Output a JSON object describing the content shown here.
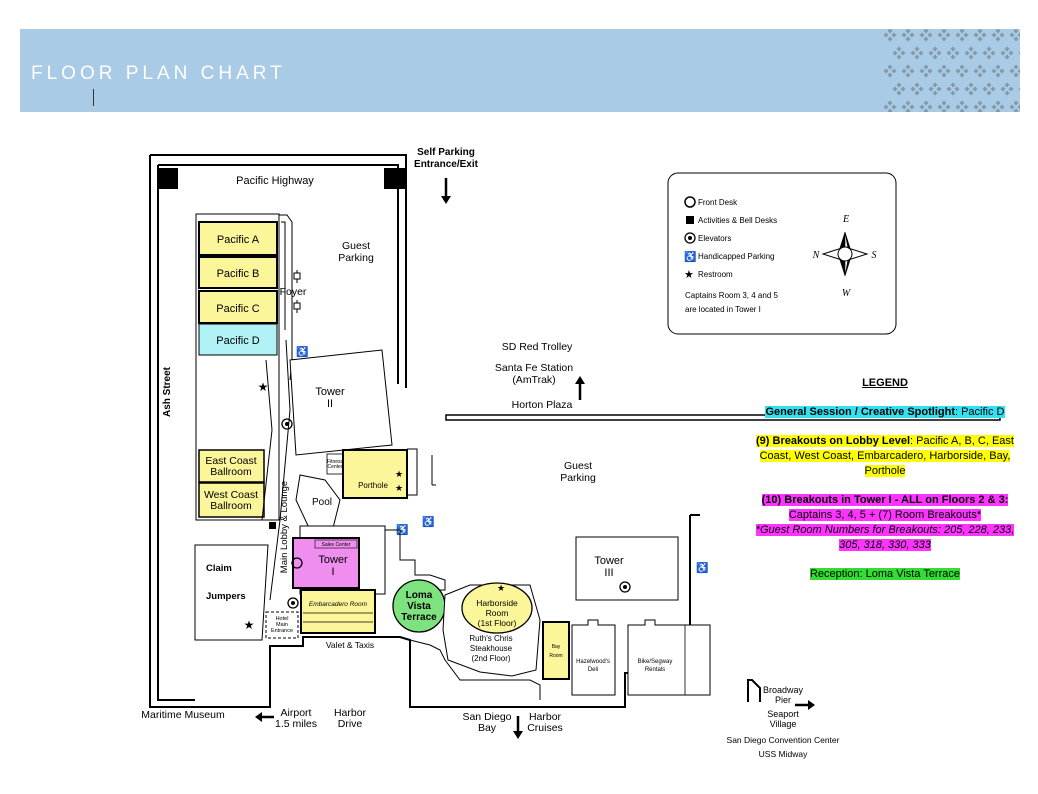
{
  "header": {
    "title": "FLOOR PLAN CHART"
  },
  "colors": {
    "header_bg": "#a9cbe6",
    "room_yellow": "#fcf69a",
    "room_cyan": "#b0f2f5",
    "room_magenta": "#f08ef0",
    "room_green": "#7ee27e",
    "hl_yellow": "#ffff00",
    "hl_cyan": "#33e0f0",
    "hl_magenta": "#ff33ff",
    "hl_green": "#33dd33"
  },
  "map": {
    "streets": {
      "pacific_highway": "Pacific Highway",
      "ash_street": "Ash Street",
      "main_lobby": "Main Lobby & Lounge",
      "harbor_drive": "Harbor\nDrive"
    },
    "rooms": {
      "pacific_a": "Pacific A",
      "pacific_b": "Pacific B",
      "pacific_c": "Pacific C",
      "pacific_d": "Pacific D",
      "east_coast": "East Coast\nBallroom",
      "west_coast": "West Coast\nBallroom",
      "porthole": "Porthole",
      "fitness": "Fitness\nCenter",
      "pool": "Pool",
      "tower_i": "Tower\nI",
      "tower_ii": "Tower\nII",
      "tower_iii": "Tower\nIII",
      "embarcadero": "Embarcadero Room",
      "loma_vista": "Loma\nVista\nTerrace",
      "harborside": "Harborside\nRoom\n(1st Floor)",
      "ruths_chris": "Ruth's Chris\nSteakhouse\n(2nd Floor)",
      "bay_room": "Bay\nRoom",
      "hazelwoods": "Hazelwood's\nDeli",
      "bike_segway": "Bike/Segway\nRentals",
      "claim": "Claim",
      "jumpers": "Jumpers",
      "hotel_main": "Hotel\nMain\nEntrance",
      "sales_center": "Sales Center",
      "foyer": "Foyer"
    },
    "labels": {
      "self_parking": "Self Parking\nEntrance/Exit",
      "guest_parking_1": "Guest\nParking",
      "guest_parking_2": "Guest\nParking",
      "sd_trolley": "SD Red Trolley",
      "santa_fe": "Santa Fe Station\n(AmTrak)",
      "horton": "Horton Plaza",
      "valet": "Valet & Taxis",
      "maritime": "Maritime Museum",
      "airport": "Airport\n1.5 miles",
      "sd_bay": "San Diego\nBay",
      "harbor_cruises": "Harbor\nCruises",
      "broadway": "Broadway\nPier",
      "seaport": "Seaport\nVillage",
      "convention": "San Diego Convention Center",
      "uss": "USS Midway"
    },
    "key": {
      "items": [
        "Front Desk",
        "Activities & Bell Desks",
        "Elevators",
        "Handicapped Parking",
        "Restroom"
      ],
      "note": "Captains Room 3, 4 and 5\nare located in Tower I",
      "compass": {
        "e": "E",
        "w": "W",
        "n": "N",
        "s": "S"
      }
    }
  },
  "legend": {
    "title": "LEGEND",
    "general_bold": "General Session / Creative Spotlight",
    "general_rest": ": Pacific D",
    "breakouts_bold": "(9) Breakouts on Lobby Level",
    "breakouts_rest": ": Pacific A, B, C, East Coast, West Coast, Embarcadero, Harborside, Bay, Porthole",
    "tower_bold": "(10) Breakouts in Tower I - ALL on Floors 2 & 3:",
    "tower_rest": " Captains 3, 4, 5 + (7) Room Breakouts*",
    "guest_rooms": "*Guest Room Numbers for Breakouts:  205, 228, 233, 305, 318, 330, 333",
    "reception": "Reception:  Loma Vista Terrace"
  }
}
